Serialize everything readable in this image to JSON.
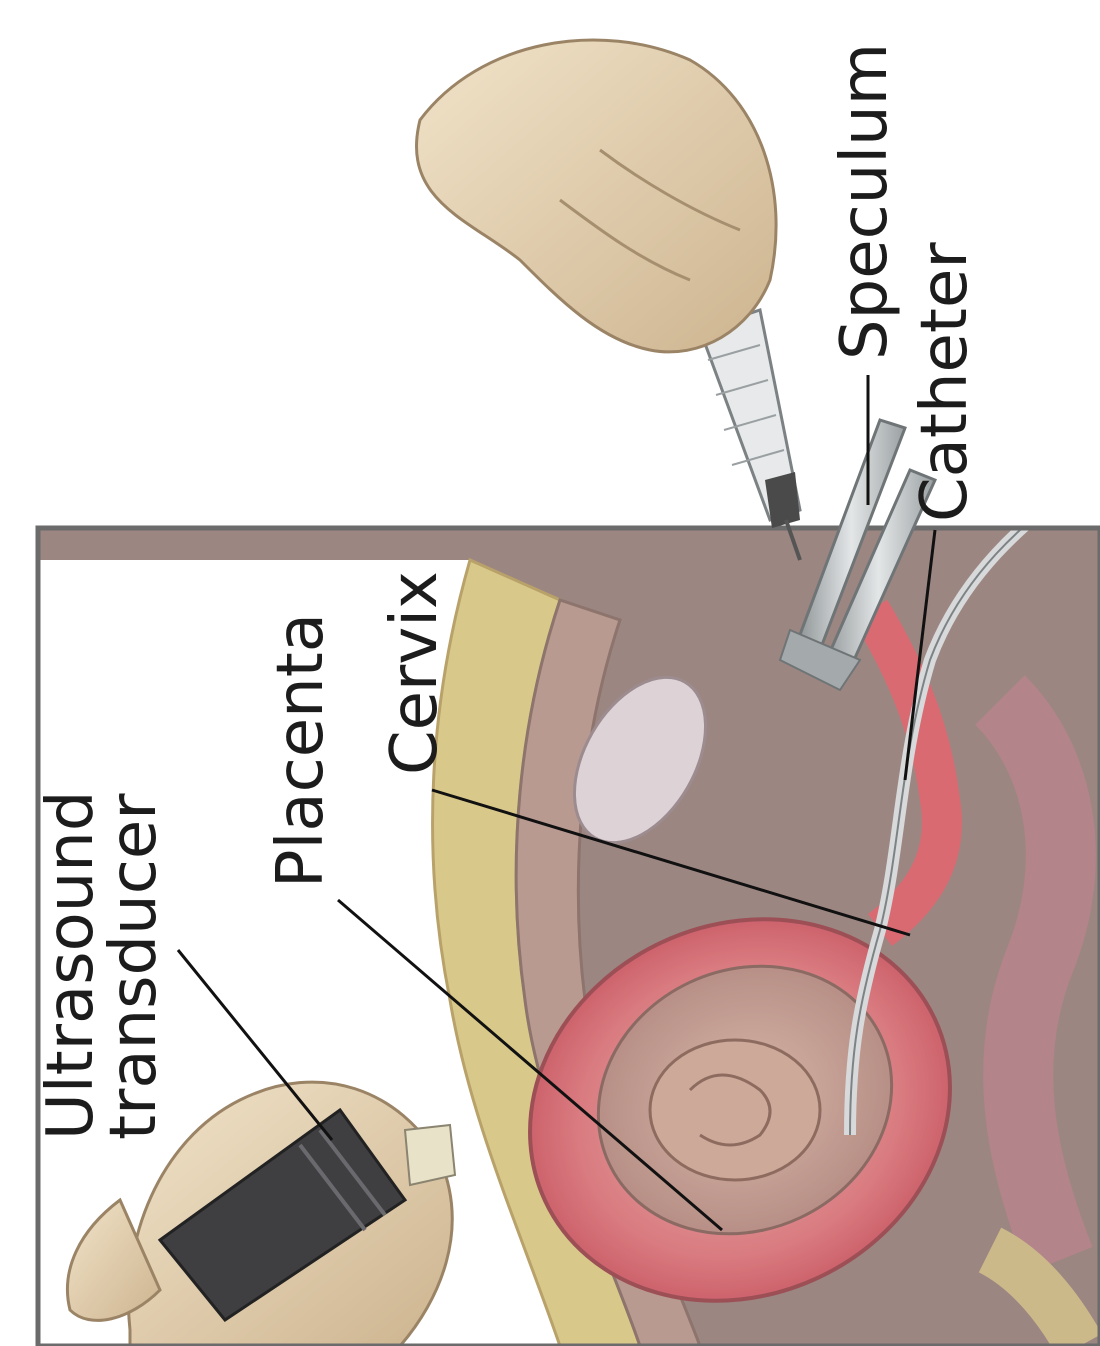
{
  "labels": {
    "ultrasound_line1": "Ultrasound",
    "ultrasound_line2": "transducer",
    "placenta": "Placenta",
    "cervix": "Cervix",
    "speculum": "Speculum",
    "catheter": "Catheter"
  },
  "colors": {
    "background": "#ffffff",
    "frame": "#6b6b6b",
    "tissue": "#a58d86",
    "fat": "#d8c98a",
    "uterus_wall": "#d96a72",
    "uterus_inner": "#c9a79f",
    "instrument": "#b8bcbe",
    "hand": "#e6d3b4",
    "transducer": "#3f3f42",
    "label_text": "#1c1c1c"
  }
}
